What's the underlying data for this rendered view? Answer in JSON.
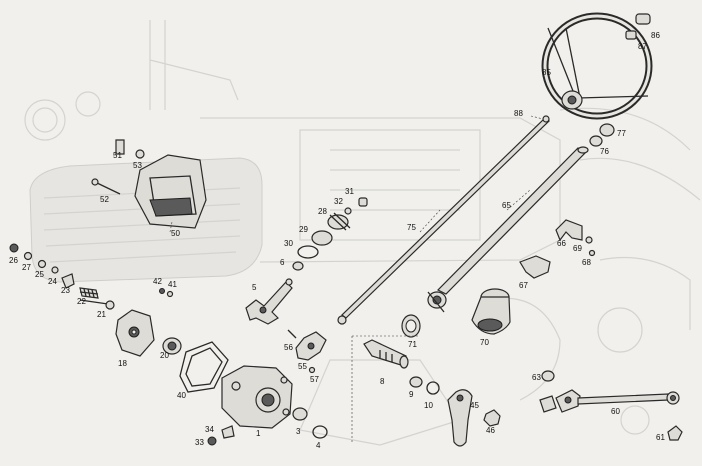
{
  "diagram": {
    "labels": [
      {
        "text": "86"
      },
      {
        "text": "87"
      },
      {
        "text": "85"
      },
      {
        "text": "88"
      },
      {
        "text": "77"
      },
      {
        "text": "76"
      },
      {
        "text": "65"
      },
      {
        "text": "75"
      },
      {
        "text": "66"
      },
      {
        "text": "69"
      },
      {
        "text": "68"
      },
      {
        "text": "67"
      },
      {
        "text": "51"
      },
      {
        "text": "53"
      },
      {
        "text": "52"
      },
      {
        "text": "50"
      },
      {
        "text": "31"
      },
      {
        "text": "32"
      },
      {
        "text": "28"
      },
      {
        "text": "29"
      },
      {
        "text": "30"
      },
      {
        "text": "6"
      },
      {
        "text": "5"
      },
      {
        "text": "26"
      },
      {
        "text": "27"
      },
      {
        "text": "25"
      },
      {
        "text": "24"
      },
      {
        "text": "23"
      },
      {
        "text": "22"
      },
      {
        "text": "42"
      },
      {
        "text": "41"
      },
      {
        "text": "21"
      },
      {
        "text": "18"
      },
      {
        "text": "20"
      },
      {
        "text": "40"
      },
      {
        "text": "56"
      },
      {
        "text": "55"
      },
      {
        "text": "57"
      },
      {
        "text": "71"
      },
      {
        "text": "70"
      },
      {
        "text": "8"
      },
      {
        "text": "9"
      },
      {
        "text": "10"
      },
      {
        "text": "45"
      },
      {
        "text": "46"
      },
      {
        "text": "63"
      },
      {
        "text": "60"
      },
      {
        "text": "61"
      },
      {
        "text": "34"
      },
      {
        "text": "33"
      },
      {
        "text": "1"
      },
      {
        "text": "3"
      },
      {
        "text": "4"
      }
    ]
  }
}
